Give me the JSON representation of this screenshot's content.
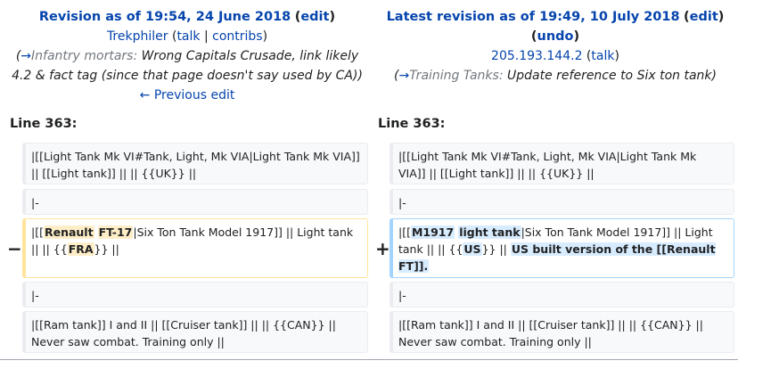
{
  "left": {
    "title_prefix": "Revision as of 19:54, 24 June 2018",
    "edit_label": "edit",
    "user": "Trekphiler",
    "talk": "talk",
    "contribs": "contribs",
    "summary_section": "Infantry mortars:",
    "summary_text": "Wrong Capitals Crusade, link likely 4.2 & fact tag (since that page doesn't say used by CA))",
    "nav_label": "← Previous edit",
    "line_label": "Line 363:"
  },
  "right": {
    "title_prefix": "Latest revision as of 19:49, 10 July 2018",
    "edit_label": "edit",
    "undo_label": "undo",
    "user": "205.193.144.2",
    "talk": "talk",
    "summary_section": "Training Tanks:",
    "summary_text": "Update reference to Six ton tank",
    "line_label": "Line 363:"
  },
  "markers": {
    "minus": "−",
    "plus": "+"
  },
  "rows": {
    "ctx1": "|[[Light Tank Mk VI#Tank, Light, Mk VIA|Light Tank Mk VIA]] || [[Light tank]] || || {{UK}} ||",
    "ctx2": "|-",
    "del": {
      "p1": "|[[",
      "w1": "Renault",
      "p2": " ",
      "w2": "FT-17",
      "p3": "|Six Ton Tank Model 1917]] || Light tank || || {{",
      "w3": "FRA",
      "p4": "}} ||"
    },
    "add": {
      "p1": "|[[",
      "w1": "M1917",
      "p2": " ",
      "w2": "light tank",
      "p3": "|Six Ton Tank Model 1917]] || Light tank || || {{",
      "w3": "US",
      "p4": "}} || ",
      "w4": "US built version of the [[Renault FT]]."
    },
    "ctx3": "|-",
    "ctx4": "|[[Ram tank]] I and II || [[Cruiser tank]] || || {{CAN}} || Never saw combat. Training only ||"
  },
  "colors": {
    "link": "#0645ad",
    "deleted_border": "#ffe49c",
    "deleted_highlight": "#feeec8",
    "added_border": "#a3d3ff",
    "added_highlight": "#d8ecff",
    "context_bg": "#f8f9fa"
  }
}
